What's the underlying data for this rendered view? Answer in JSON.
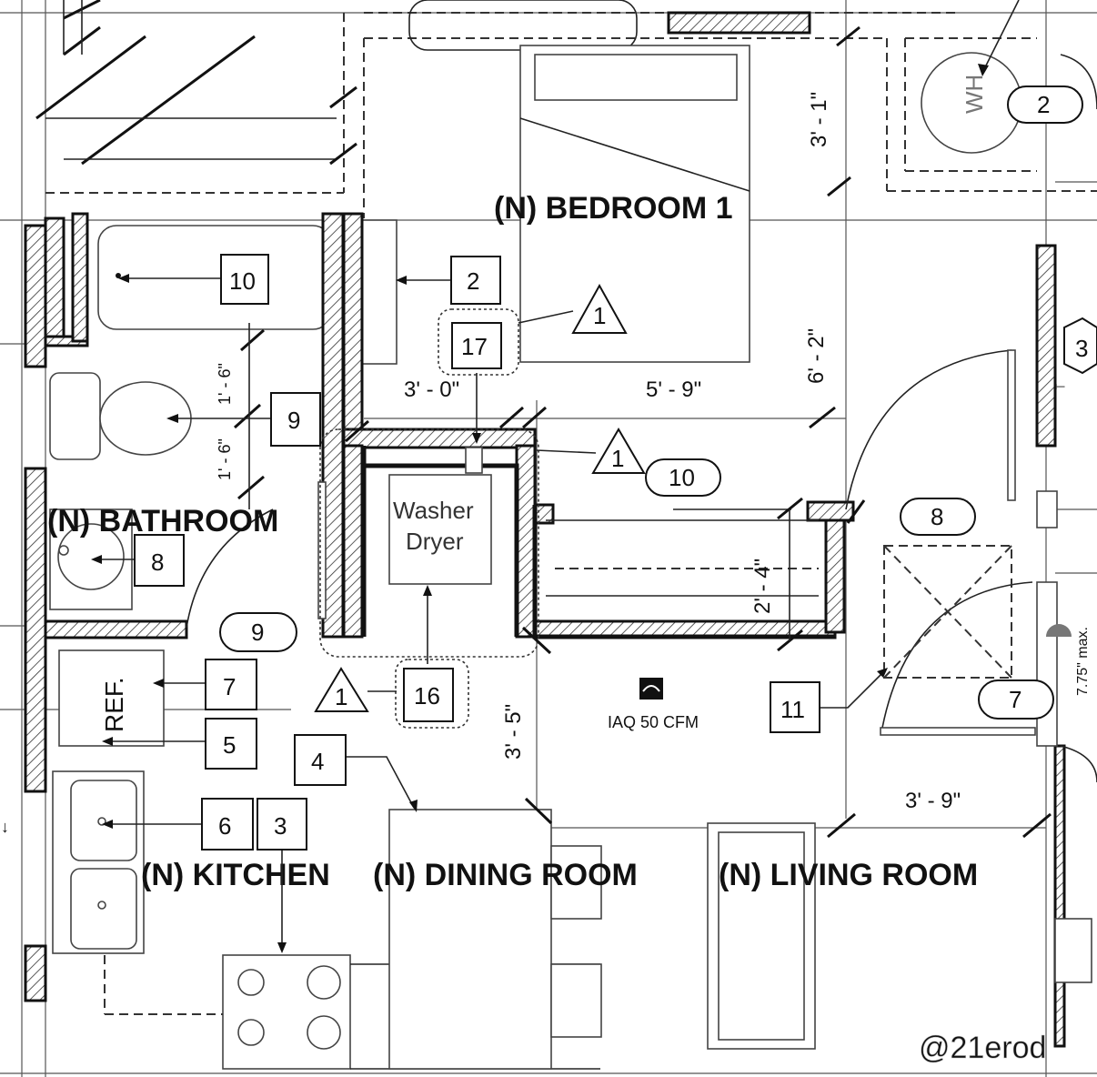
{
  "rooms": {
    "bedroom": "(N) BEDROOM 1",
    "bathroom": "(N) BATHROOM",
    "kitchen": "(N) KITCHEN",
    "dining": "(N) DINING ROOM",
    "living": "(N) LIVING ROOM"
  },
  "fixtures": {
    "washer_line1": "Washer",
    "washer_line2": "Dryer",
    "refrigerator": "REF.",
    "water_heater": "WH",
    "iaq": "IAQ 50 CFM",
    "max_height": "7.75\" max."
  },
  "dimensions": {
    "d_3_1": "3' - 1\"",
    "d_3_0": "3' - 0\"",
    "d_5_9": "5' - 9\"",
    "d_6_2": "6' - 2\"",
    "d_2_4": "2' - 4\"",
    "d_3_5": "3' - 5\"",
    "d_3_9": "3' - 9\"",
    "d_1_6_a": "1' - 6\"",
    "d_1_6_b": "1' - 6\""
  },
  "square_tags": {
    "bath_tub": "10",
    "closet": "2",
    "toilet": "9",
    "lavatory": "8",
    "fridge": "7",
    "fridge_low": "5",
    "counter": "4",
    "sink": "6",
    "range": "3",
    "door": "11",
    "washer": "16",
    "cloud_tag": "17"
  },
  "oval_tags": {
    "wh": "2",
    "corridor": "10",
    "living_door": "8",
    "bath_door": "9",
    "living_side": "7"
  },
  "triangle_tags": {
    "bedroom": "1",
    "corridor": "1",
    "kitchen": "1"
  },
  "hex_tags": {
    "right": "3"
  },
  "watermark": "@21erod"
}
